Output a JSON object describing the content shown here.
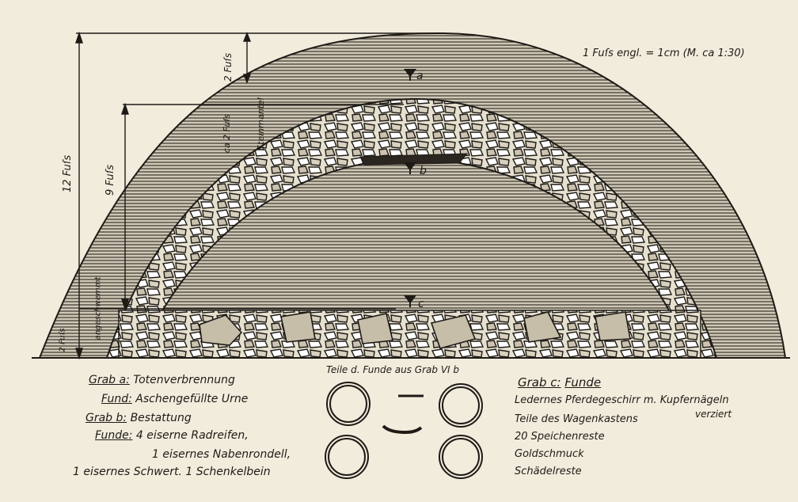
{
  "scale_note": "1 Fuſs engl. = 1cm (M. ca 1:30)",
  "markers": {
    "a": "a",
    "b": "b",
    "c": "c"
  },
  "dimensions": {
    "top_height": "2 Fuſs",
    "total_height": "12 Fuſs",
    "inner_height": "9 Fuſs",
    "stone_thickness": "ca 2 Fuſs",
    "stone_thickness_note": "Steinmantel",
    "base_height": "2 Fuſs",
    "base_note": "angeschwemmt"
  },
  "legend_left": {
    "grab_a_label": "Grab a:",
    "grab_a_text": "Totenverbrennung",
    "fund_label": "Fund:",
    "fund_text": "Aschengefüllte Urne",
    "grab_b_label": "Grab b:",
    "grab_b_text": "Bestattung",
    "funde_label": "Funde:",
    "funde_1": "4 eiserne Radreifen,",
    "funde_2": "1 eisernes Nabenrondell,",
    "funde_3": "1 eisernes Schwert. 1 Schenkelbein"
  },
  "legend_center": {
    "title": "Teile d. Funde aus Grab VI b"
  },
  "legend_right": {
    "grab_c_label": "Grab c:",
    "grab_c_text": "Funde",
    "item_1": "Ledernes Pferdegeschirr m. Kupfernägeln",
    "item_1b": "verziert",
    "item_2": "Teile des Wagenkastens",
    "item_3": "20 Speichenreste",
    "item_4": "Goldschmuck",
    "item_5": "Schädelreste"
  }
}
